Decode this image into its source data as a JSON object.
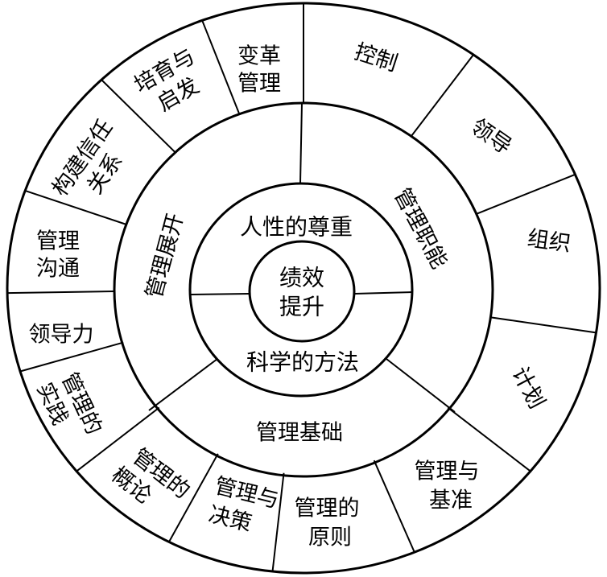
{
  "center": {
    "line1": "绩效",
    "line2": "提升"
  },
  "inner": {
    "top": "人性的尊重",
    "bottom": "科学的方法"
  },
  "middle": {
    "left": "管理展开",
    "right": "管理职能",
    "bottom": "管理基础"
  },
  "outer": [
    {
      "l1": "变革",
      "l2": "管理"
    },
    {
      "l1": "控制"
    },
    {
      "l1": "领导"
    },
    {
      "l1": "组织"
    },
    {
      "l1": "计划"
    },
    {
      "l1": "管理与",
      "l2": "基准"
    },
    {
      "l1": "管理的",
      "l2": "原则"
    },
    {
      "l1": "管理与",
      "l2": "决策"
    },
    {
      "l1": "管理的",
      "l2": "概论"
    },
    {
      "l1": "管理的",
      "l2": "实践"
    },
    {
      "l1": "领导力"
    },
    {
      "l1": "管理",
      "l2": "沟通"
    },
    {
      "l1": "构建信任",
      "l2": "关系"
    },
    {
      "l1": "培育与",
      "l2": "启发"
    }
  ]
}
